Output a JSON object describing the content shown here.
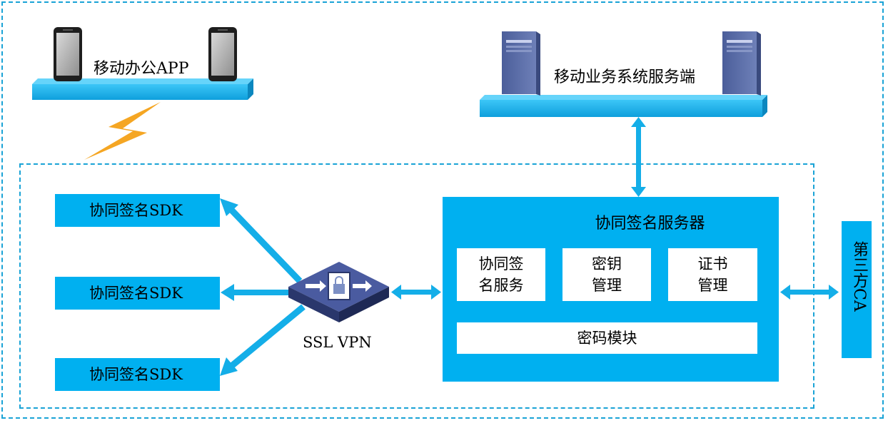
{
  "mobile_app": {
    "label": "移动办公APP"
  },
  "backend": {
    "label": "移动业务系统服务端"
  },
  "sdks": [
    {
      "label": "协同签名SDK"
    },
    {
      "label": "协同签名SDK"
    },
    {
      "label": "协同签名SDK"
    }
  ],
  "vpn": {
    "label": "SSL VPN"
  },
  "server": {
    "title": "协同签名服务器",
    "modules": [
      {
        "label": "协同签名服务"
      },
      {
        "label": "密钥管理"
      },
      {
        "label": "证书管理"
      }
    ],
    "crypto_module": "密码模块"
  },
  "ca": {
    "label": "第三方CA"
  },
  "colors": {
    "accent": "#00b0f0",
    "arrow": "#14aee8",
    "frame": "#1aa3d6",
    "lightning": "#f5a623",
    "device": "#3d4e8a"
  }
}
